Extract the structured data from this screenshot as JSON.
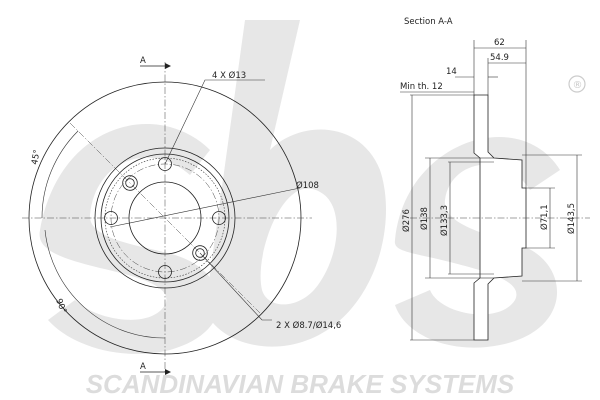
{
  "section_title": "Section A-A",
  "section_marker": "A",
  "brand_text": "SCANDINAVIAN BRAKE SYSTEMS",
  "trademark_symbol": "®",
  "logo_text": "sbs",
  "front_view": {
    "bolt_holes_label": "4 X Ø13",
    "pitch_label": "Ø108",
    "extra_holes_label": "2 X Ø8.7/Ø14,6",
    "angle_45_label": "45°",
    "angle_90_label": "90°"
  },
  "side_view": {
    "overall_height_label": "62",
    "hat_height_label": "54.9",
    "thickness_label": "14",
    "min_thickness_label": "Min th. 12",
    "diameter_outer_label": "Ø276",
    "diameter_138_label": "Ø138",
    "diameter_133_label": "Ø133,3",
    "diameter_71_label": "Ø71,1",
    "diameter_143_label": "Ø143,5"
  },
  "colors": {
    "line": "#222222",
    "watermark": "#e7e7e7",
    "background": "#ffffff"
  }
}
